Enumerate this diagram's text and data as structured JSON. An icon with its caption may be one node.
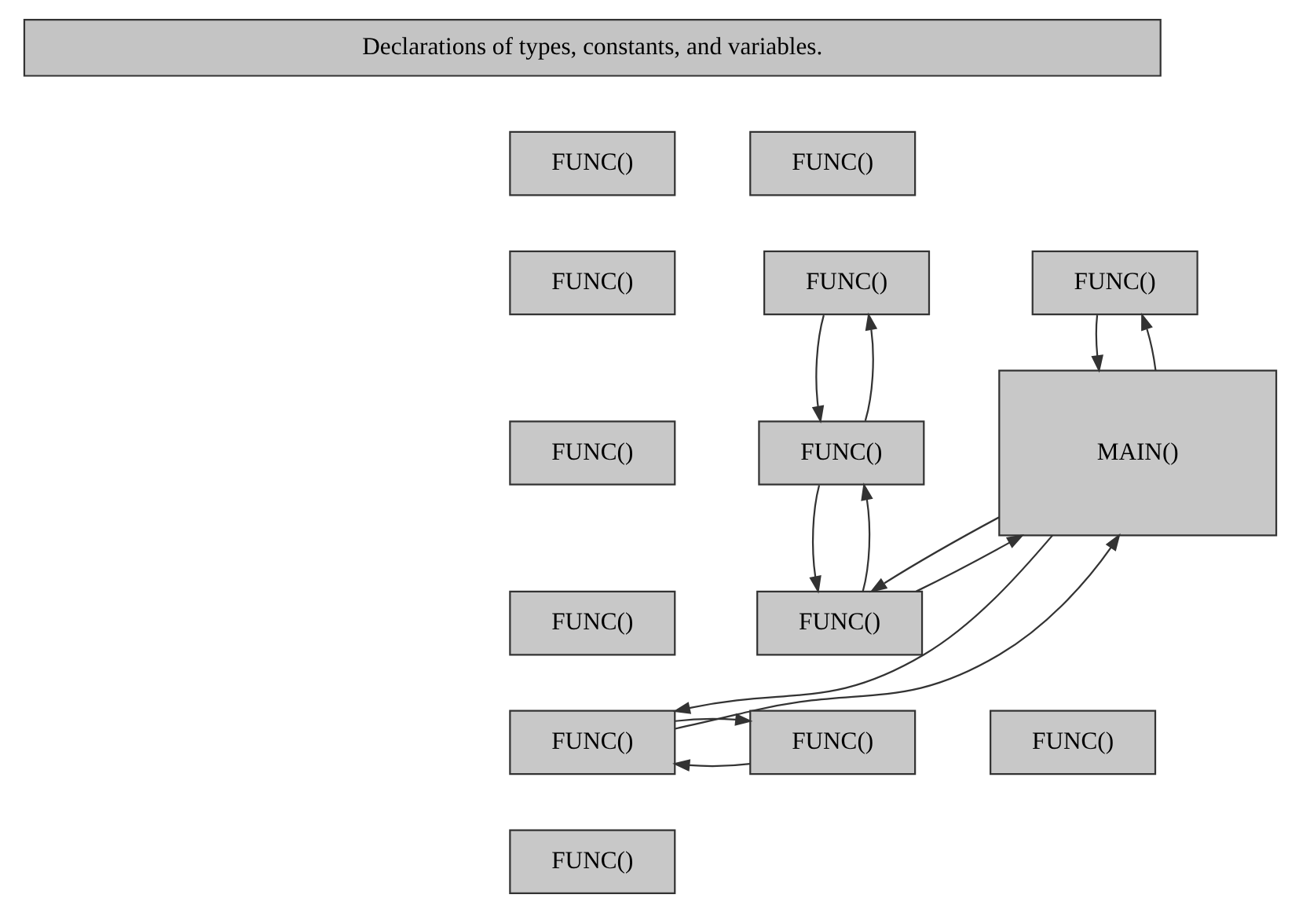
{
  "diagram": {
    "nodes": [
      {
        "text": [
          "Declarations of types, constants, and variables."
        ]
      },
      {
        "text": [
          "FUNC()"
        ]
      },
      {
        "text": [
          "FUNC()"
        ]
      },
      {
        "text": [
          "FUNC()"
        ]
      },
      {
        "text": [
          "FUNC()"
        ]
      },
      {
        "text": [
          "FUNC()"
        ]
      },
      {
        "text": [
          "FUNC()"
        ]
      },
      {
        "text": [
          "FUNC()"
        ]
      },
      {
        "text": [
          "MAIN()"
        ]
      },
      {
        "text": [
          "FUNC()"
        ]
      },
      {
        "text": [
          "FUNC()"
        ]
      },
      {
        "text": [
          "FUNC()"
        ]
      },
      {
        "text": [
          "FUNC()"
        ]
      },
      {
        "text": [
          "FUNC()"
        ]
      },
      {
        "text": [
          "FUNC()"
        ]
      }
    ],
    "edges": [
      {
        "from": 8,
        "to": 4,
        "arrow": "to"
      },
      {
        "from": 4,
        "to": 8,
        "arrow": "to"
      },
      {
        "from": 7,
        "to": 5,
        "arrow": "to"
      },
      {
        "from": 5,
        "to": 7,
        "arrow": "to"
      },
      {
        "from": 10,
        "to": 7,
        "arrow": "to"
      },
      {
        "from": 7,
        "to": 10,
        "arrow": "to"
      },
      {
        "from": 8,
        "to": 10,
        "arrow": "to"
      },
      {
        "from": 10,
        "to": 8,
        "arrow": "to"
      },
      {
        "from": 8,
        "to": 11,
        "arrow": "to"
      },
      {
        "from": 11,
        "to": 8,
        "arrow": "to"
      },
      {
        "from": 12,
        "to": 11,
        "arrow": "to"
      },
      {
        "from": 11,
        "to": 12,
        "arrow": "to"
      }
    ]
  }
}
